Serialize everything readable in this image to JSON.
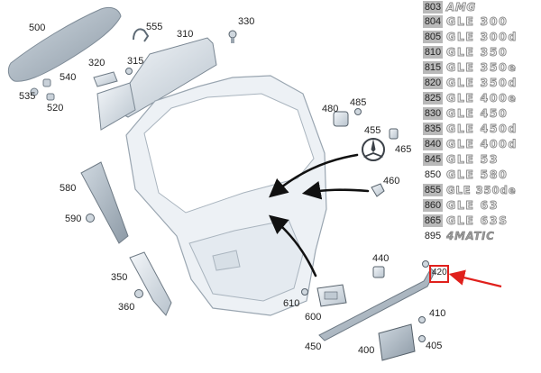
{
  "callouts": {
    "c500": "500",
    "c555": "555",
    "c330": "330",
    "c310": "310",
    "c320": "320",
    "c315": "315",
    "c540": "540",
    "c535": "535",
    "c520": "520",
    "c480": "480",
    "c485": "485",
    "c455": "455",
    "c465": "465",
    "c460": "460",
    "c580": "580",
    "c590": "590",
    "c350": "350",
    "c360": "360",
    "c440": "440",
    "c420": "420",
    "c610": "610",
    "c600": "600",
    "c410": "410",
    "c450": "450",
    "c400": "400",
    "c405": "405"
  },
  "legend": [
    {
      "code": "803",
      "badge": "AMG",
      "shaded": true,
      "style": "italic"
    },
    {
      "code": "804",
      "badge": "GLE 300",
      "shaded": true
    },
    {
      "code": "805",
      "badge": "GLE 300d",
      "shaded": true
    },
    {
      "code": "810",
      "badge": "GLE 350",
      "shaded": true
    },
    {
      "code": "815",
      "badge": "GLE 350e",
      "shaded": true
    },
    {
      "code": "820",
      "badge": "GLE 350d",
      "shaded": true
    },
    {
      "code": "825",
      "badge": "GLE 400e",
      "shaded": true
    },
    {
      "code": "830",
      "badge": "GLE 450",
      "shaded": true
    },
    {
      "code": "835",
      "badge": "GLE 450d",
      "shaded": true
    },
    {
      "code": "840",
      "badge": "GLE 400d",
      "shaded": true
    },
    {
      "code": "845",
      "badge": "GLE 53",
      "shaded": true
    },
    {
      "code": "850",
      "badge": "GLE 580",
      "shaded": false
    },
    {
      "code": "855",
      "badge": "GLE 350de",
      "shaded": true
    },
    {
      "code": "860",
      "badge": "GLE 63",
      "shaded": true
    },
    {
      "code": "865",
      "badge": "GLE 63S",
      "shaded": true
    },
    {
      "code": "895",
      "badge": "4MATIC",
      "shaded": false,
      "style": "italic-dark"
    }
  ],
  "colors": {
    "highlight": "#e0201c",
    "part_fill": "#e9eef3",
    "part_stroke": "#8e9aa6",
    "code_shade": "#b9b9b9"
  },
  "icons": {
    "mercedes_star": "three-pointed-star-emblem-icon",
    "pointer_arrows": "assembly-direction-arrow-icon"
  }
}
